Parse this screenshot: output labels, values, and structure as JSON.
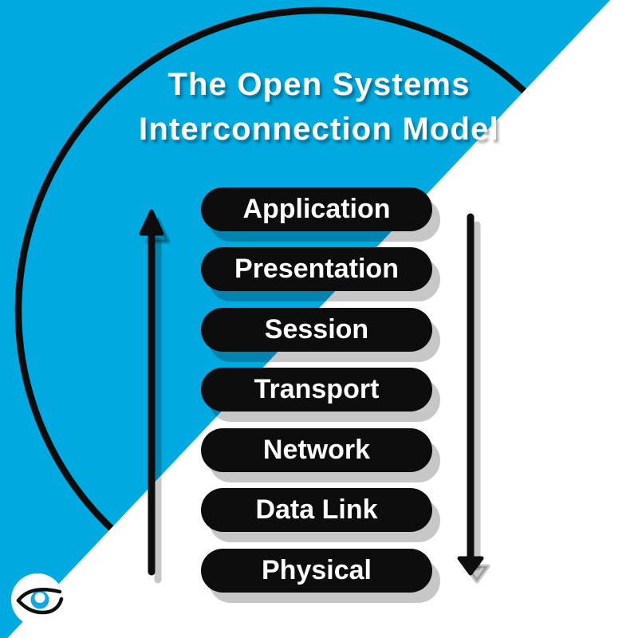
{
  "title": {
    "line1": "The Open Systems",
    "line2": "Interconnection Model"
  },
  "layers": [
    "Application",
    "Presentation",
    "Session",
    "Transport",
    "Network",
    "Data Link",
    "Physical"
  ],
  "icons": {
    "up_arrow": "up-arrow-icon",
    "down_arrow": "down-arrow-icon",
    "logo": "eye-logo"
  },
  "colors": {
    "cyan": "#00a9e0",
    "pill_black": "#0d0d0d",
    "text_white": "#ffffff",
    "shadow": "rgba(0,0,0,0.22)"
  }
}
